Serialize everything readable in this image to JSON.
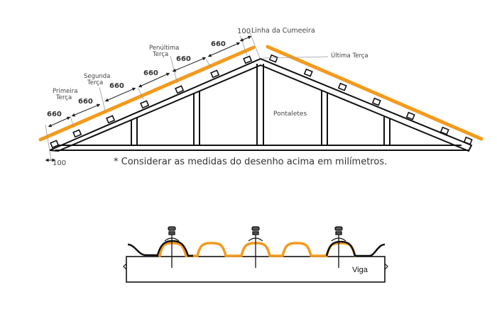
{
  "colors": {
    "tile": "#f39a1e",
    "structure": "#111111"
  },
  "truss": {
    "ridge_label": "Linha da Cumeeira",
    "ridge_offset": "100",
    "eave_offset": "100",
    "spacings": [
      "660",
      "660",
      "660",
      "660",
      "660",
      "660"
    ],
    "purlins": {
      "first": "Primeira Terça",
      "second": "Segunda Terça",
      "penultimate": "Penúltima Terça",
      "last": "Última Terça"
    },
    "posts_label": "Pontaletes",
    "note": "* Considerar as medidas do desenho acima em milímetros."
  },
  "detail": {
    "beam_label": "Viga"
  }
}
